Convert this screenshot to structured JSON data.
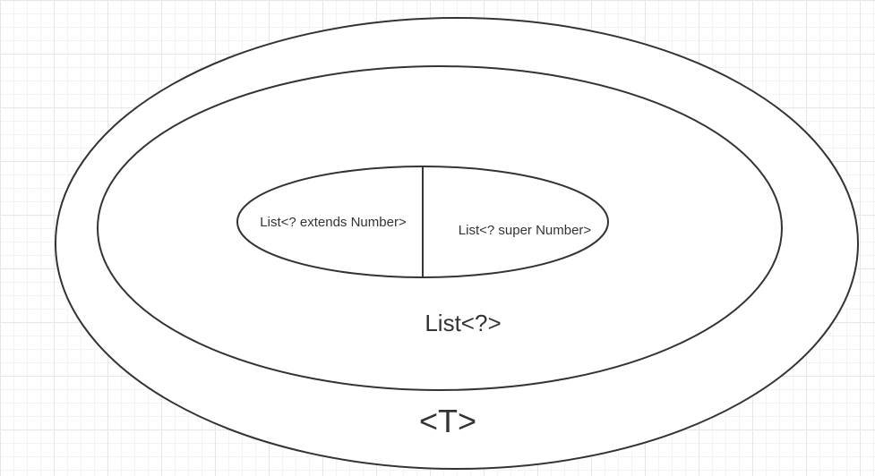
{
  "diagram": {
    "outer_label": "<T>",
    "middle_label": "List<?>",
    "inner_left_label": "List<? extends Number>",
    "inner_right_label": "List<? super Number>"
  },
  "colors": {
    "stroke": "#333333",
    "fill": "#ffffff",
    "grid_major": "#e6e6e6",
    "grid_minor": "#f3f3f3"
  }
}
